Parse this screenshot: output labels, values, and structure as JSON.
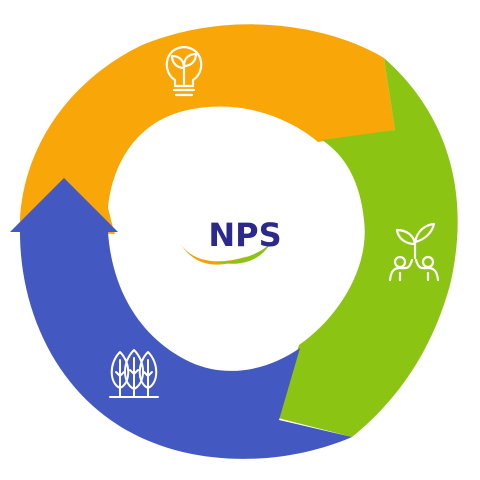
{
  "logo": {
    "text": "NPS",
    "text_color": "#2b2a8c",
    "swoosh_colors": [
      "#f5a100",
      "#8cc415"
    ]
  },
  "segments": [
    {
      "id": "growth-idea",
      "color": "#f9a608",
      "icon": "lightbulb-sprout-icon"
    },
    {
      "id": "sharing-growth",
      "color": "#8cc414",
      "icon": "people-with-sprout-icon"
    },
    {
      "id": "forest",
      "color": "#4358c0",
      "icon": "trees-icon"
    }
  ],
  "icon_color": "#ffffff"
}
